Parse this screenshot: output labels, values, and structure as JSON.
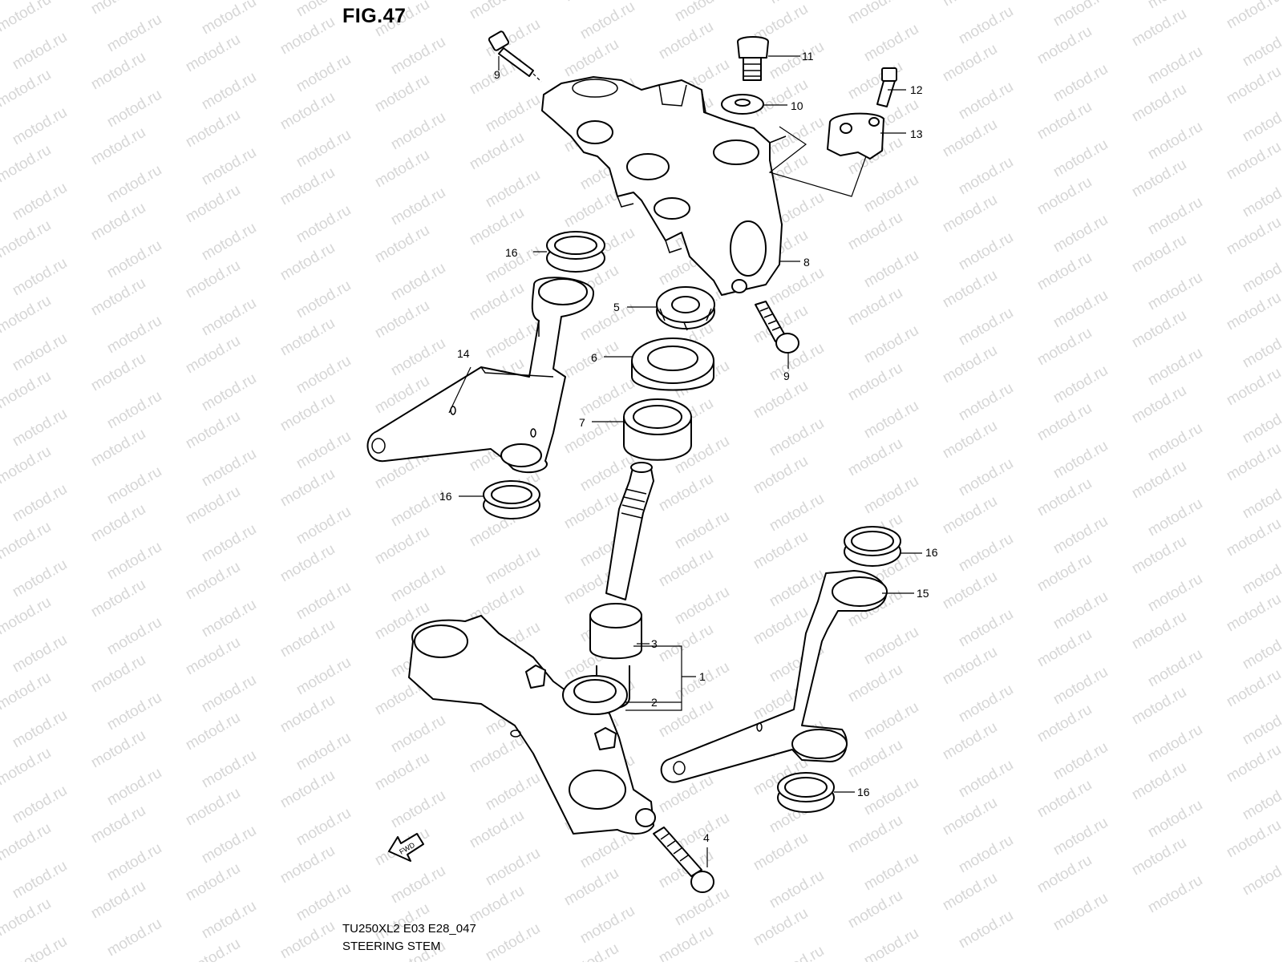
{
  "figure": {
    "title": "FIG.47",
    "diagram_code": "TU250XL2 E03 E28_047",
    "diagram_name": "STEERING STEM"
  },
  "watermark": {
    "text": "motod.ru"
  },
  "callouts": [
    {
      "id": "callout-9-top",
      "label": "9"
    },
    {
      "id": "callout-11",
      "label": "11"
    },
    {
      "id": "callout-10",
      "label": "10"
    },
    {
      "id": "callout-12",
      "label": "12"
    },
    {
      "id": "callout-13",
      "label": "13"
    },
    {
      "id": "callout-16-a",
      "label": "16"
    },
    {
      "id": "callout-8",
      "label": "8"
    },
    {
      "id": "callout-5",
      "label": "5"
    },
    {
      "id": "callout-6",
      "label": "6"
    },
    {
      "id": "callout-14",
      "label": "14"
    },
    {
      "id": "callout-9-mid",
      "label": "9"
    },
    {
      "id": "callout-7",
      "label": "7"
    },
    {
      "id": "callout-16-b",
      "label": "16"
    },
    {
      "id": "callout-16-c",
      "label": "16"
    },
    {
      "id": "callout-15",
      "label": "15"
    },
    {
      "id": "callout-3",
      "label": "3"
    },
    {
      "id": "callout-1",
      "label": "1"
    },
    {
      "id": "callout-2",
      "label": "2"
    },
    {
      "id": "callout-16-d",
      "label": "16"
    },
    {
      "id": "callout-4",
      "label": "4"
    }
  ],
  "fwd_arrow": {
    "label": "FWD"
  }
}
